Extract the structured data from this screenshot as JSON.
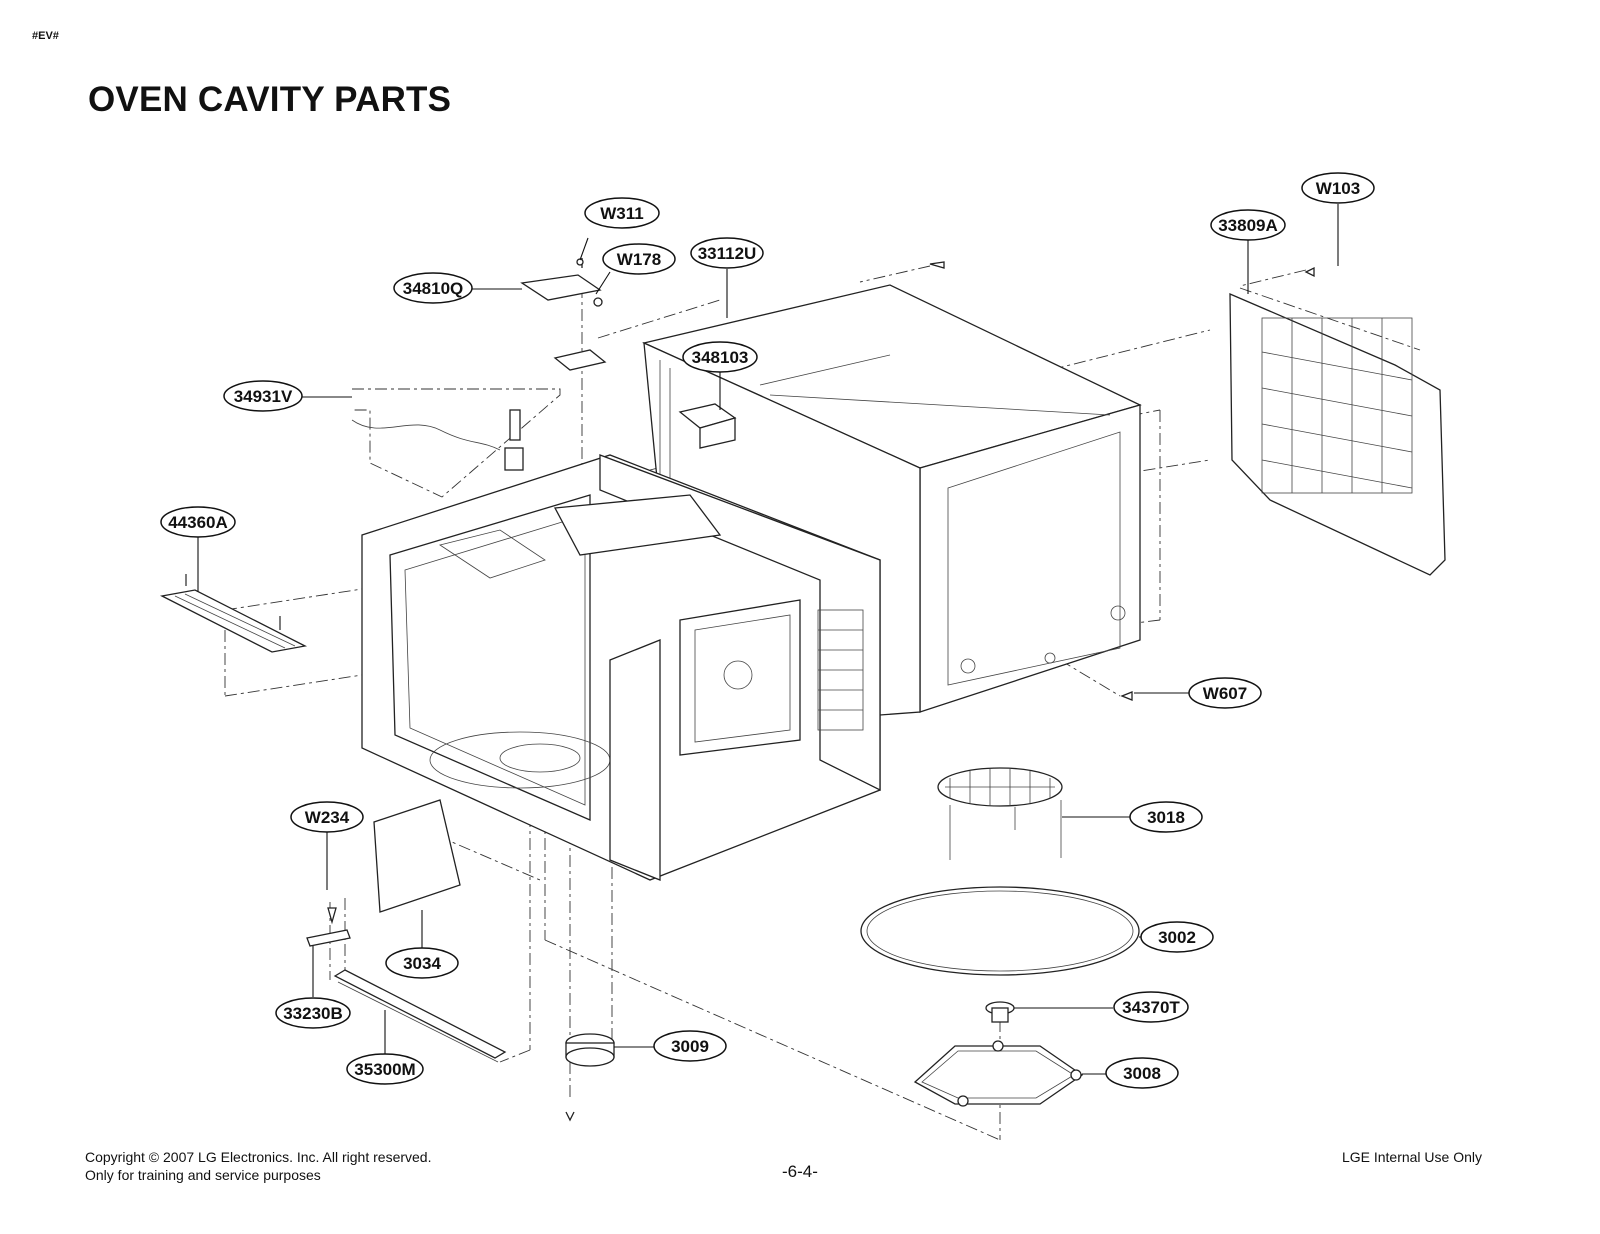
{
  "doc_code": "#EV#",
  "title": "OVEN CAVITY PARTS",
  "labels": {
    "w311": "W311",
    "w178": "W178",
    "p33112u": "33112U",
    "p34810q": "34810Q",
    "p348103": "348103",
    "p34931v": "34931V",
    "p44360a": "44360A",
    "w103": "W103",
    "p33809a": "33809A",
    "w607": "W607",
    "p3018": "3018",
    "p3002": "3002",
    "p34370t": "34370T",
    "p3008": "3008",
    "p3009": "3009",
    "w234": "W234",
    "p3034": "3034",
    "p33230b": "33230B",
    "p35300m": "35300M"
  },
  "footer": {
    "copyright": "Copyright © 2007 LG Electronics. Inc. All right reserved.",
    "purpose": "Only for training and service purposes",
    "page": "-6-4-",
    "internal": "LGE Internal Use Only"
  }
}
